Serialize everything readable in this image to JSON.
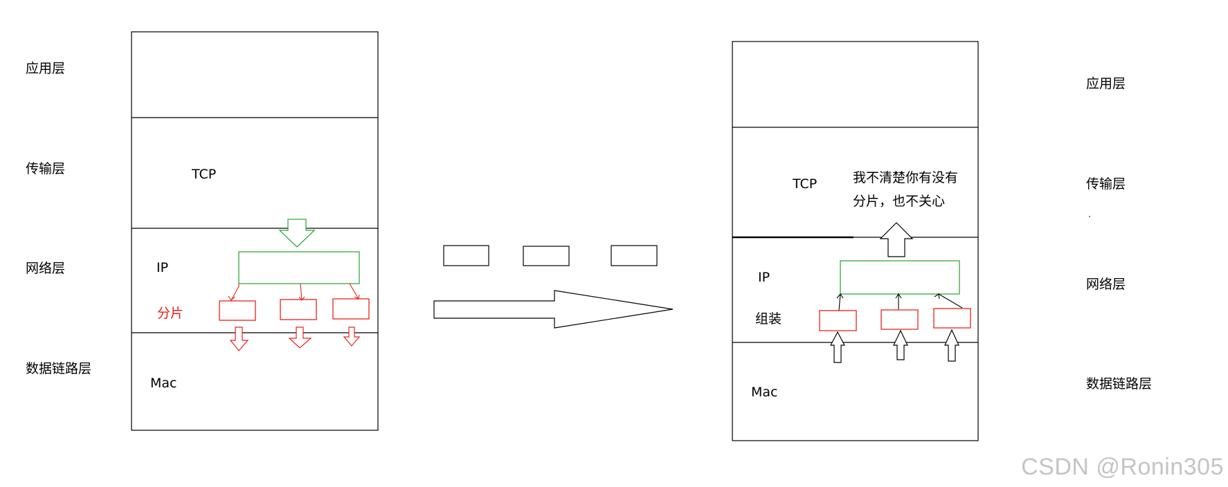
{
  "left_layer_names": {
    "application": "应用层",
    "transport": "传输层",
    "network": "网络层",
    "datalink": "数据链路层"
  },
  "right_layer_names": {
    "application": "应用层",
    "transport": "传输层",
    "network": "网络层",
    "datalink": "数据链路层"
  },
  "sender": {
    "tcp": "TCP",
    "ip": "IP",
    "fragment_label": "分片",
    "mac": "Mac"
  },
  "receiver": {
    "tcp": "TCP",
    "note_line1": "我不清楚你有没有",
    "note_line2": "分片，也不关心",
    "ip": "IP",
    "reassemble_label": "组装",
    "mac": "Mac"
  },
  "watermark": "CSDN @Ronin305",
  "colors": {
    "fragment_red": "#e8201c",
    "datagram_green": "#2faa3a",
    "line_black": "#000000"
  }
}
